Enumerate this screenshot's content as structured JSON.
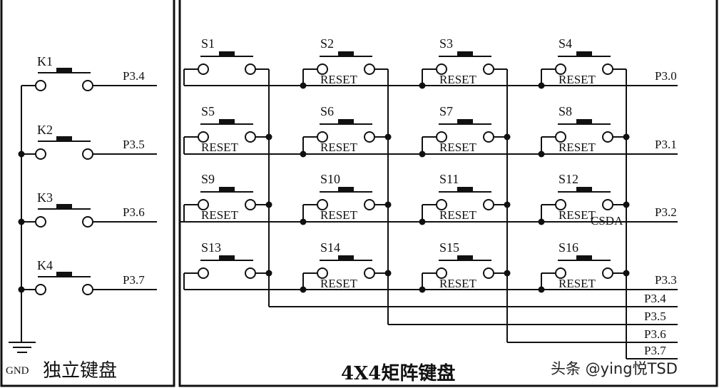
{
  "independent_keyboard": {
    "title": "独立键盘",
    "gnd_label": "GND",
    "keys": [
      {
        "name": "K1",
        "port": "P3.4"
      },
      {
        "name": "K2",
        "port": "P3.5"
      },
      {
        "name": "K3",
        "port": "P3.6"
      },
      {
        "name": "K4",
        "port": "P3.7"
      }
    ]
  },
  "matrix_keyboard": {
    "title": "4X4矩阵键盘",
    "switches": [
      {
        "name": "S1",
        "reset": ""
      },
      {
        "name": "S2",
        "reset": "RESET"
      },
      {
        "name": "S3",
        "reset": "RESET"
      },
      {
        "name": "S4",
        "reset": "RESET"
      },
      {
        "name": "S5",
        "reset": "RESET"
      },
      {
        "name": "S6",
        "reset": "RESET"
      },
      {
        "name": "S7",
        "reset": "RESET"
      },
      {
        "name": "S8",
        "reset": "RESET"
      },
      {
        "name": "S9",
        "reset": "RESET"
      },
      {
        "name": "S10",
        "reset": "RESET"
      },
      {
        "name": "S11",
        "reset": "RESET"
      },
      {
        "name": "S12",
        "reset": "RESET"
      },
      {
        "name": "S13",
        "reset": ""
      },
      {
        "name": "S14",
        "reset": "RESET"
      },
      {
        "name": "S15",
        "reset": "RESET"
      },
      {
        "name": "S16",
        "reset": "RESET"
      }
    ],
    "row_ports": [
      "P3.0",
      "P3.1",
      "P3.2",
      "P3.3"
    ],
    "column_ports": [
      "P3.4",
      "P3.5",
      "P3.6",
      "P3.7"
    ],
    "extra_label": "CSDA"
  },
  "watermark": "头条 @ying悦TSD"
}
